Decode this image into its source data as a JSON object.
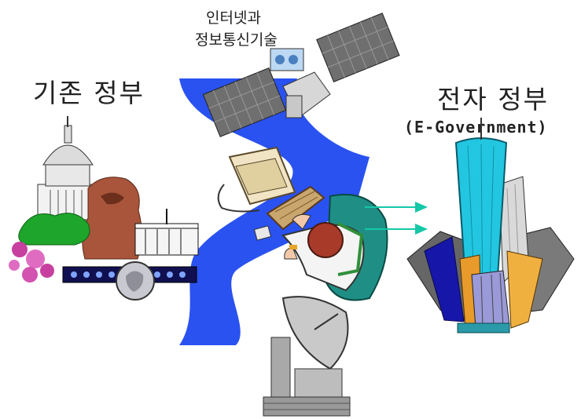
{
  "labels": {
    "old_government": "기존 정부",
    "it_line1": "인터넷과",
    "it_line2": "정보통신기술",
    "e_government_ko": "전자 정부",
    "e_government_en": "(E-Government)"
  },
  "colors": {
    "blue_band": "#2a52f0",
    "arrow": "#14c8a8",
    "tower_cyan": "#22c6e0",
    "panel_gray": "#6f6f6f"
  },
  "icons": [
    "capitol-dome-icon",
    "lincoln-statue-icon",
    "white-house-icon",
    "flowers-icon",
    "coin-icon",
    "satellite-icon",
    "computer-icon",
    "person-icon",
    "satellite-dish-icon",
    "skyscrapers-icon"
  ]
}
